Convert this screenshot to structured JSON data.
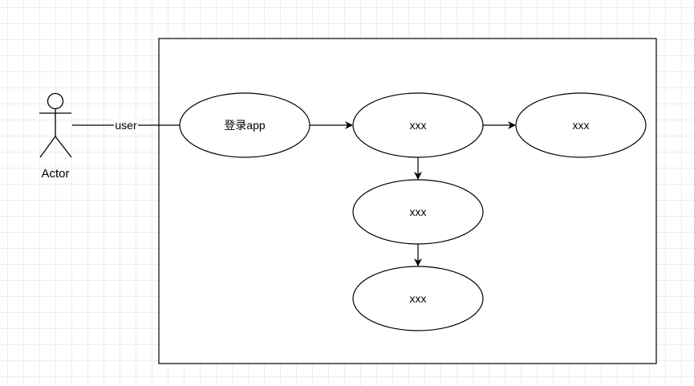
{
  "diagram": {
    "actor": {
      "label": "Actor"
    },
    "association": {
      "label": "user"
    },
    "use_cases": [
      {
        "label": "登录app"
      },
      {
        "label": "xxx"
      },
      {
        "label": "xxx"
      },
      {
        "label": "xxx"
      },
      {
        "label": "xxx"
      }
    ]
  }
}
